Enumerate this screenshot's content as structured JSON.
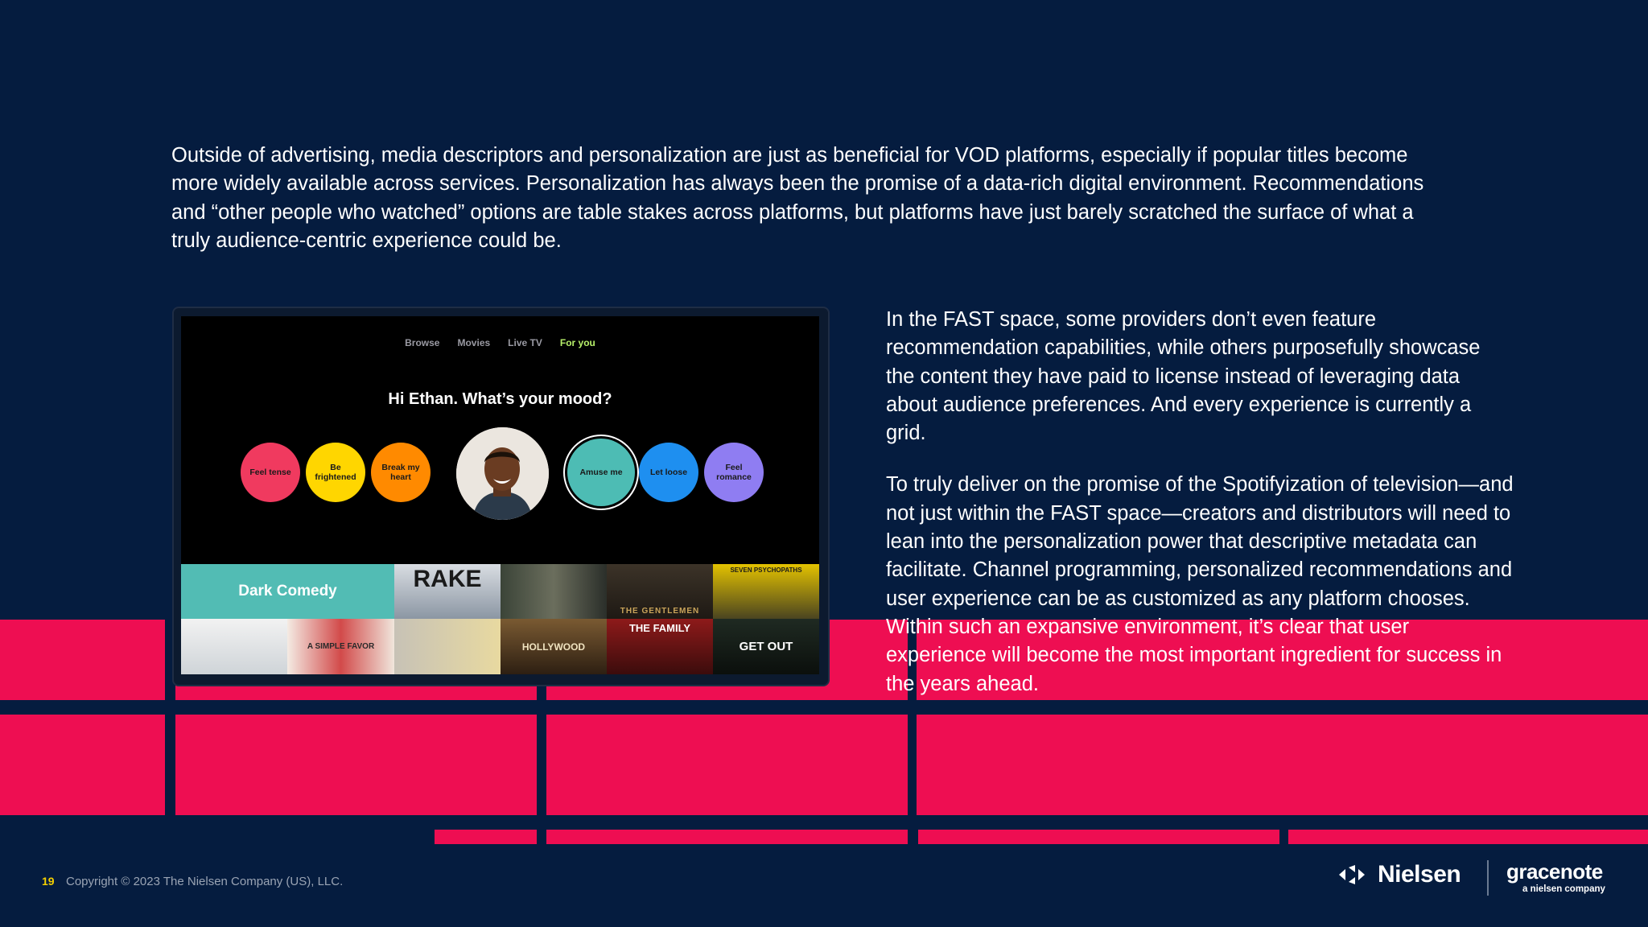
{
  "intro_paragraph": "Outside of advertising, media descriptors and personalization are just as beneficial for VOD platforms, especially if popular titles become more widely available across services. Personalization has always been the promise of a data-rich digital environment. Recommendations and “other people who watched” options are table stakes across platforms, but platforms have just barely scratched the surface of what a truly audience-centric experience could be.",
  "right_column": {
    "paragraph_1": "In the FAST space, some providers don’t even feature recommendation capabilities, while others purposefully showcase the content they have paid to license instead of leveraging data about audience preferences. And every experience is currently a grid.",
    "paragraph_2": "To truly deliver on the promise of the Spotifyization of television—and not just within the FAST space—creators and distributors will need to lean into the personalization power that descriptive metadata can facilitate. Channel programming, personalized recommendations and user experience can be as customized as any platform chooses. Within such an expansive environment, it’s clear that user experience will become the most important ingredient for success in the years ahead."
  },
  "mockup": {
    "nav": [
      "Browse",
      "Movies",
      "Live TV",
      "For you"
    ],
    "nav_active": "For you",
    "greeting": "Hi Ethan. What’s your mood?",
    "moods": [
      {
        "label": "Feel tense",
        "color": "#f03a5f",
        "text_color": "#1a1a1a"
      },
      {
        "label": "Be frightened",
        "color": "#ffd600",
        "text_color": "#1a1a1a"
      },
      {
        "label": "Break my heart",
        "color": "#ff8a00",
        "text_color": "#1a1a1a"
      },
      {
        "label": "Amuse me",
        "color": "#4dbcb4",
        "text_color": "#1a1a1a"
      },
      {
        "label": "Let loose",
        "color": "#1e8ff0",
        "text_color": "#1a1a1a"
      },
      {
        "label": "Feel romance",
        "color": "#8f7df2",
        "text_color": "#1a1a1a"
      }
    ],
    "selected_mood": "Amuse me",
    "banner_label": "Dark Comedy",
    "posters_row1": [
      "RAKE",
      "",
      "THE GENTLEMEN",
      "SEVEN PSYCHOPATHS"
    ],
    "posters_row2": [
      "",
      "A SIMPLE FAVOR",
      "",
      "HOLLYWOOD",
      "THE FAMILY",
      "GET OUT"
    ]
  },
  "footer": {
    "page_number": "19",
    "copyright": "Copyright © 2023 The Nielsen Company (US), LLC."
  },
  "logos": {
    "nielsen": "Nielsen",
    "gracenote": "gracenote",
    "gracenote_sub": "a nielsen company"
  },
  "colors": {
    "background": "#051c3f",
    "accent_pink": "#ee0e52",
    "page_number": "#f5d000"
  }
}
